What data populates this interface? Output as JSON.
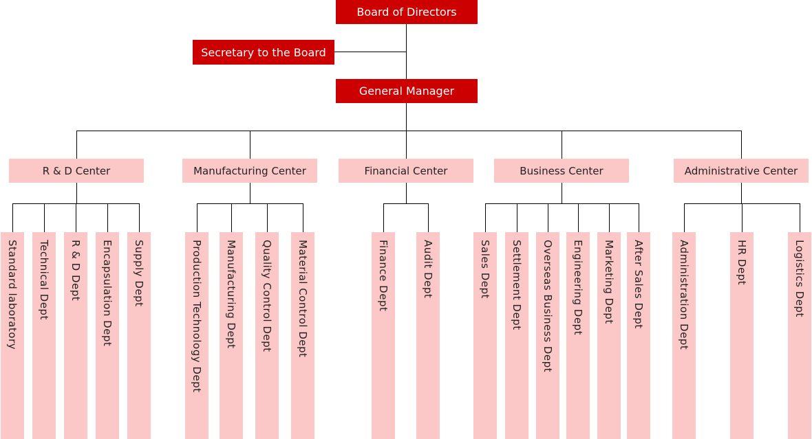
{
  "colors": {
    "top_box": "#cc0000",
    "center_box": "#fcc7c7",
    "line": "#000000"
  },
  "board": {
    "label": "Board of Directors"
  },
  "secretary": {
    "label": "Secretary to the Board"
  },
  "gm": {
    "label": "General Manager"
  },
  "centers": [
    {
      "label": "R & D Center",
      "depts": [
        "Standard laboratory",
        "Technical Dept",
        "R & D Dept",
        "Encapsulation Dept",
        "Supply Dept"
      ]
    },
    {
      "label": "Manufacturing Center",
      "depts": [
        "Production Technology Dept",
        "Manufacturing Dept",
        "Quality Control Dept",
        "Material Control Dept"
      ]
    },
    {
      "label": "Financial Center",
      "depts": [
        "Finance Dept",
        "Audit Dept"
      ]
    },
    {
      "label": "Business Center",
      "depts": [
        "Sales Dept",
        "Settlement Dept",
        "Overseas Business Dept",
        "Engineering Dept",
        "Marketing Dept",
        "After Sales Dept"
      ]
    },
    {
      "label": "Administrative Center",
      "depts": [
        "Administration Dept",
        "HR Dept",
        "Logistics Dept"
      ]
    }
  ]
}
